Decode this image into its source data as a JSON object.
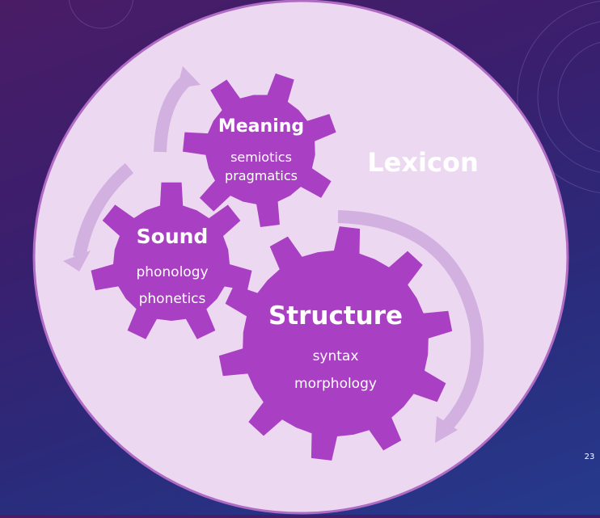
{
  "diagram": {
    "center_label": "Lexicon",
    "gears": [
      {
        "title": "Meaning",
        "lines": [
          "semiotics",
          "pragmatics"
        ]
      },
      {
        "title": "Sound",
        "lines": [
          "phonology",
          "phonetics"
        ]
      },
      {
        "title": "Structure",
        "lines": [
          "syntax",
          "morphology"
        ]
      }
    ]
  },
  "slide": {
    "number": "23"
  },
  "colors": {
    "gear_fill": "#a93fc2",
    "circle_fill": "#edd8f2",
    "circle_stroke": "#b06bc4",
    "arrow": "#d2b0e0"
  }
}
